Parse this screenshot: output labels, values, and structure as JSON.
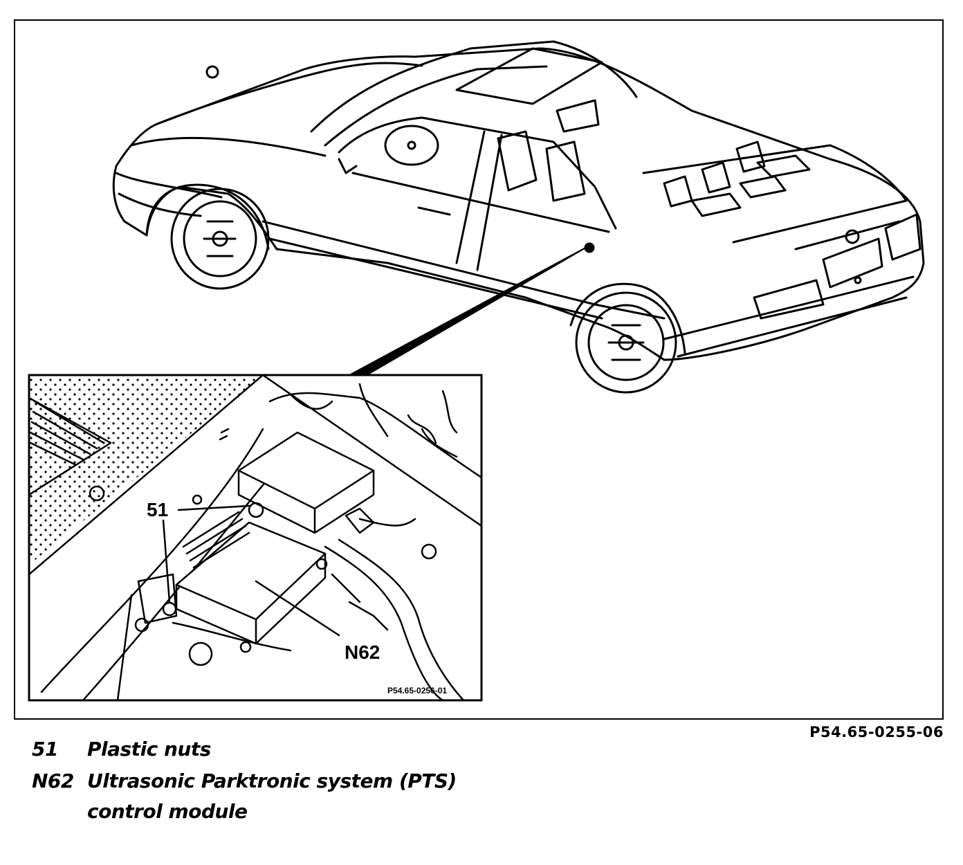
{
  "figure": {
    "main_code": "P54.65-0255-06",
    "inset_code": "P54.65-0256-01",
    "callouts": {
      "nuts": "51",
      "module": "N62"
    }
  },
  "legend": [
    {
      "number": "51",
      "text": "Plastic nuts"
    },
    {
      "number": "N62",
      "text": "Ultrasonic Parktronic system (PTS)",
      "continuation": "control module"
    }
  ],
  "colors": {
    "ink": "#000000",
    "paper": "#ffffff"
  }
}
